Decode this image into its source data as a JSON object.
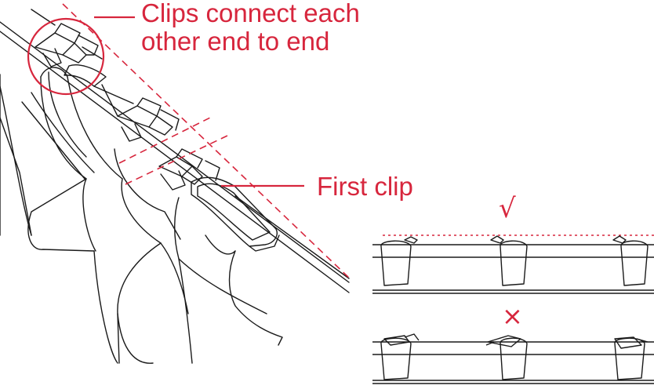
{
  "callouts": {
    "clips_connect_line1": "Clips connect each",
    "clips_connect_line2": "other end to end",
    "first_clip": "First clip"
  },
  "comparison": {
    "correct_mark": "√",
    "incorrect_mark": "×"
  },
  "colors": {
    "accent": "#d7263d",
    "line_art": "#1a1a1a",
    "background": "#ffffff"
  },
  "icons": {
    "correct": "check-mark-icon",
    "incorrect": "cross-mark-icon"
  }
}
